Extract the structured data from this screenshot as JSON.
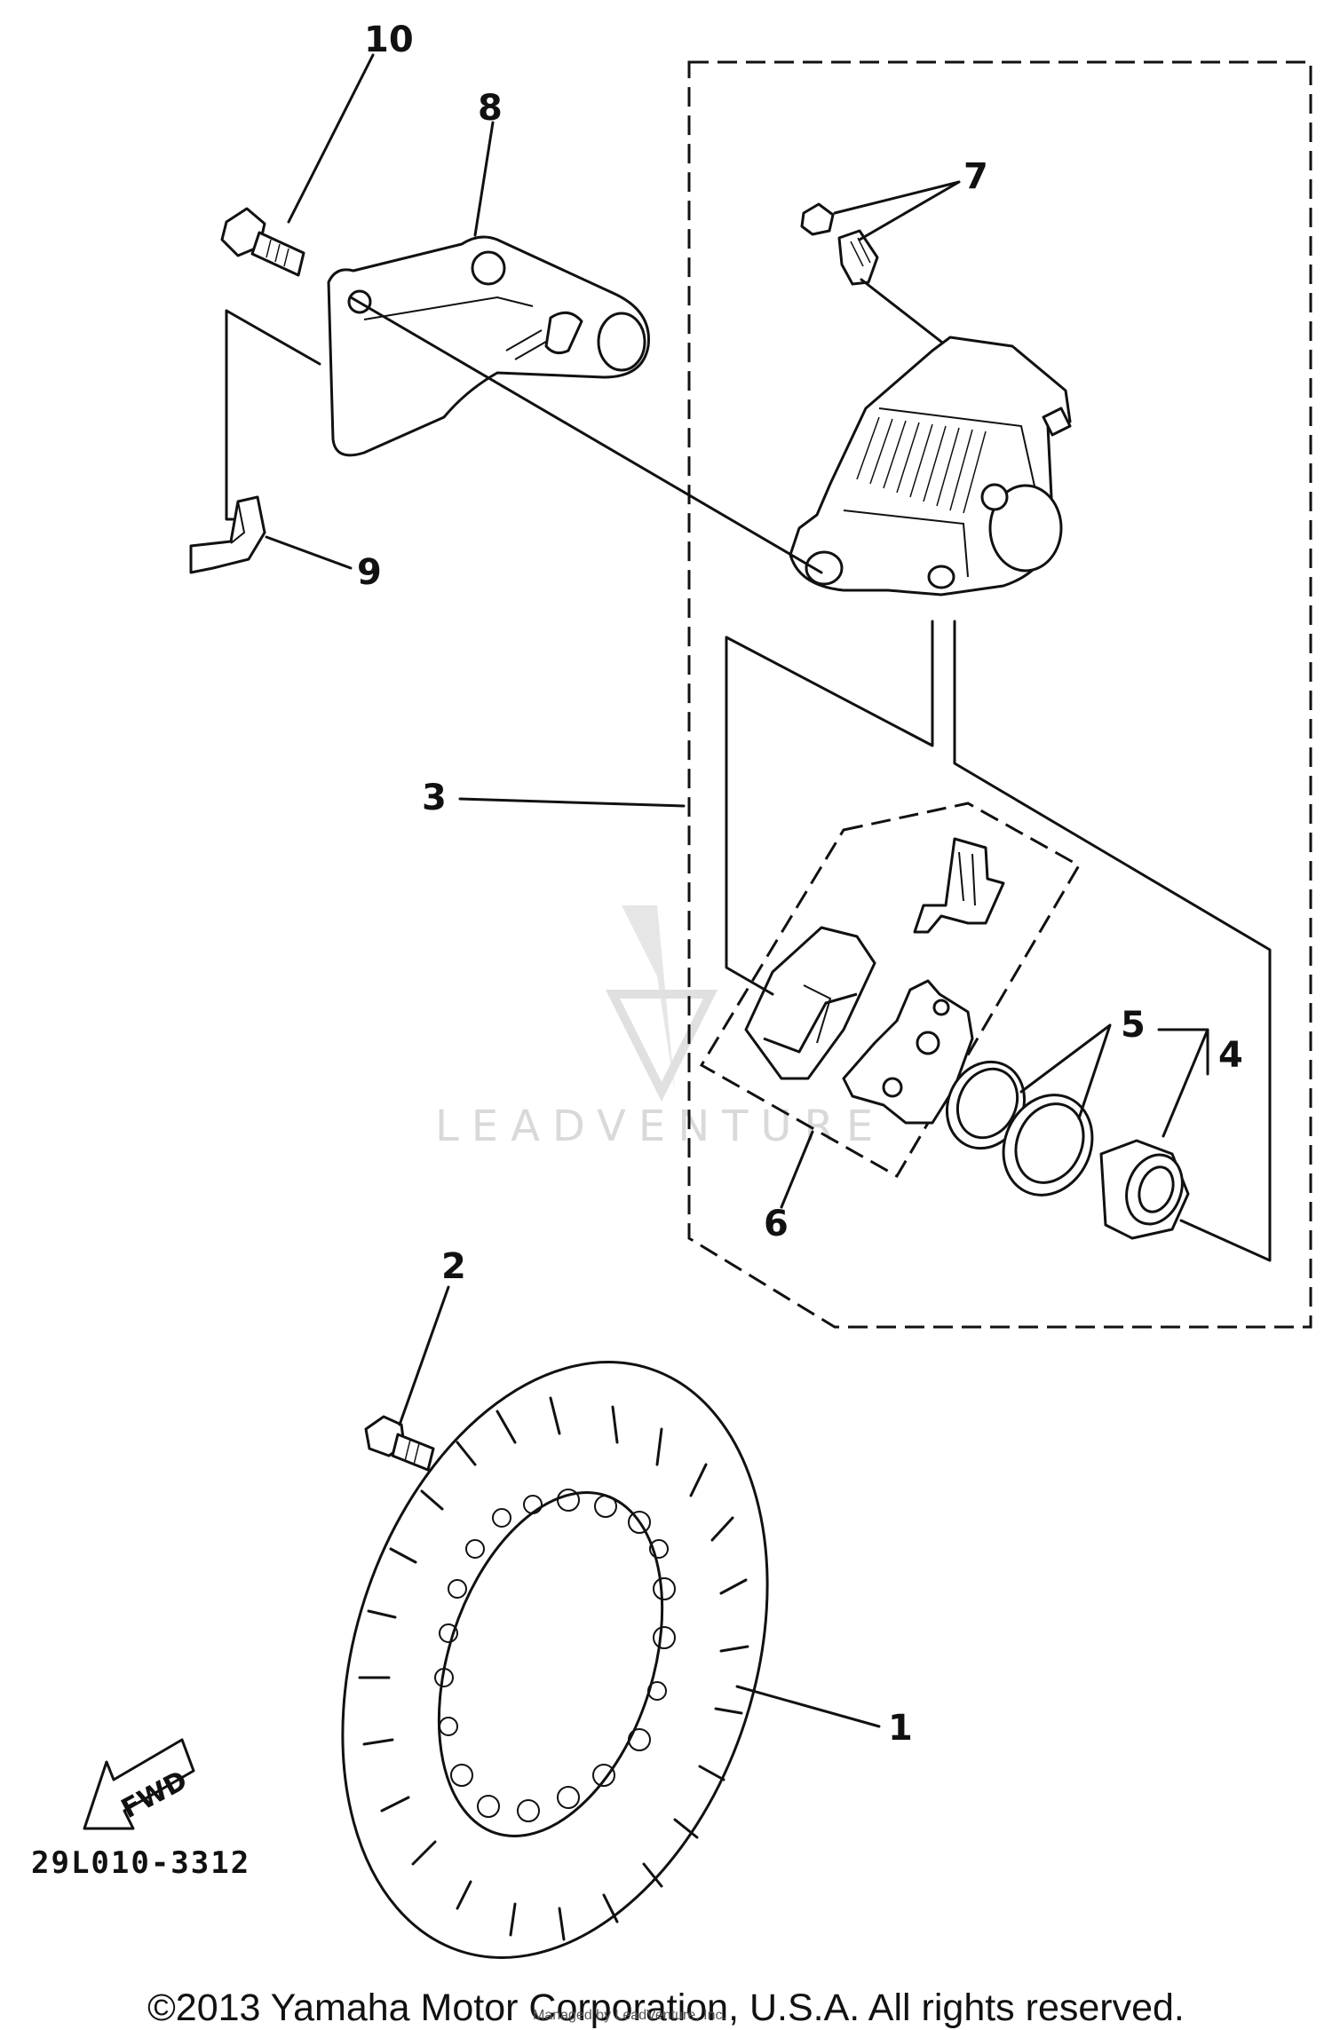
{
  "diagram": {
    "callouts": {
      "p1": "1",
      "p2": "2",
      "p3": "3",
      "p4": "4",
      "p5": "5",
      "p6": "6",
      "p7": "7",
      "p8": "8",
      "p9": "9",
      "p10": "10"
    },
    "fwd_arrow_label": "FWD",
    "drawing_code": "29L010-3312",
    "watermark_text": "LEADVENTURE"
  },
  "footer": {
    "copyright": "©2013 Yamaha Motor Corporation, U.S.A. All rights reserved.",
    "credit": "Managed by LeadVenture, Inc."
  }
}
